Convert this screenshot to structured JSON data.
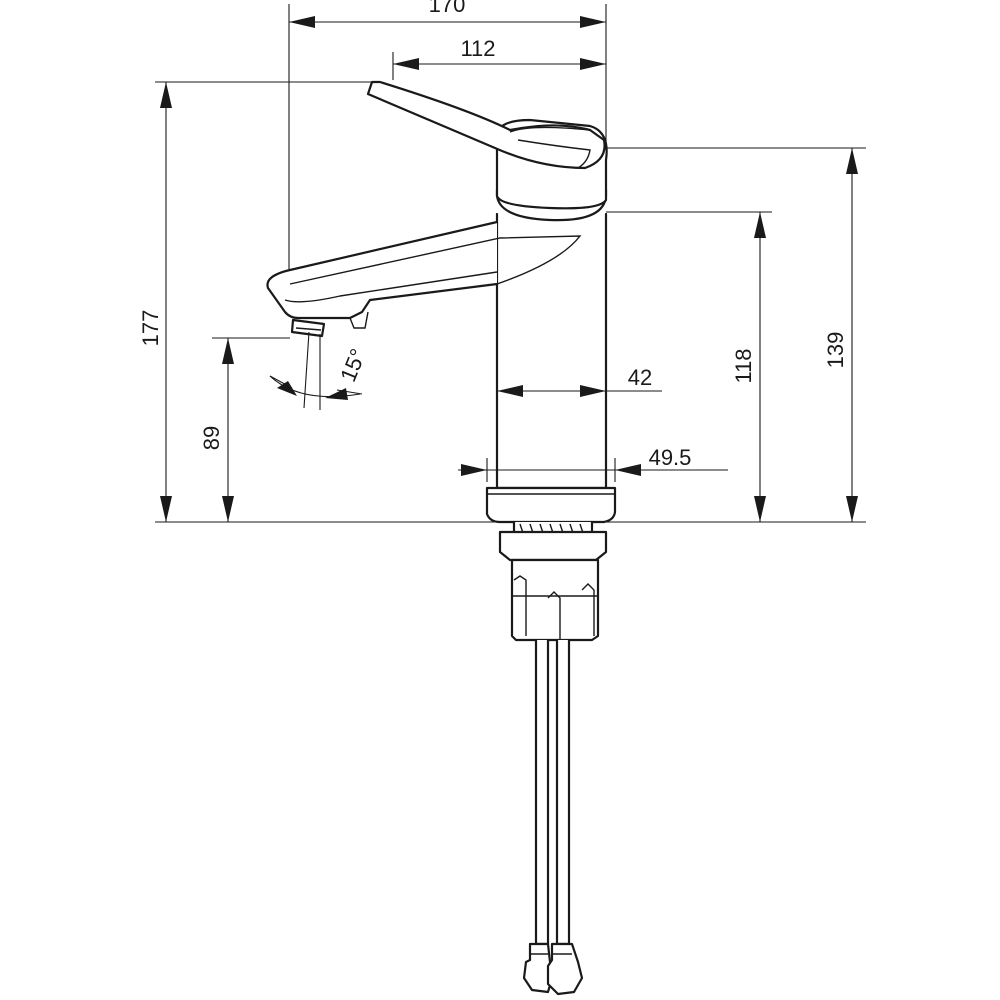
{
  "dimensions": {
    "overall_width": "170",
    "lever_length": "112",
    "total_height": "177",
    "spout_height": "89",
    "body_height": "118",
    "top_height": "139",
    "body_diameter": "42",
    "base_diameter": "49.5",
    "spout_angle": "15°"
  },
  "colors": {
    "line": "#1a1a1a",
    "background": "#ffffff"
  }
}
